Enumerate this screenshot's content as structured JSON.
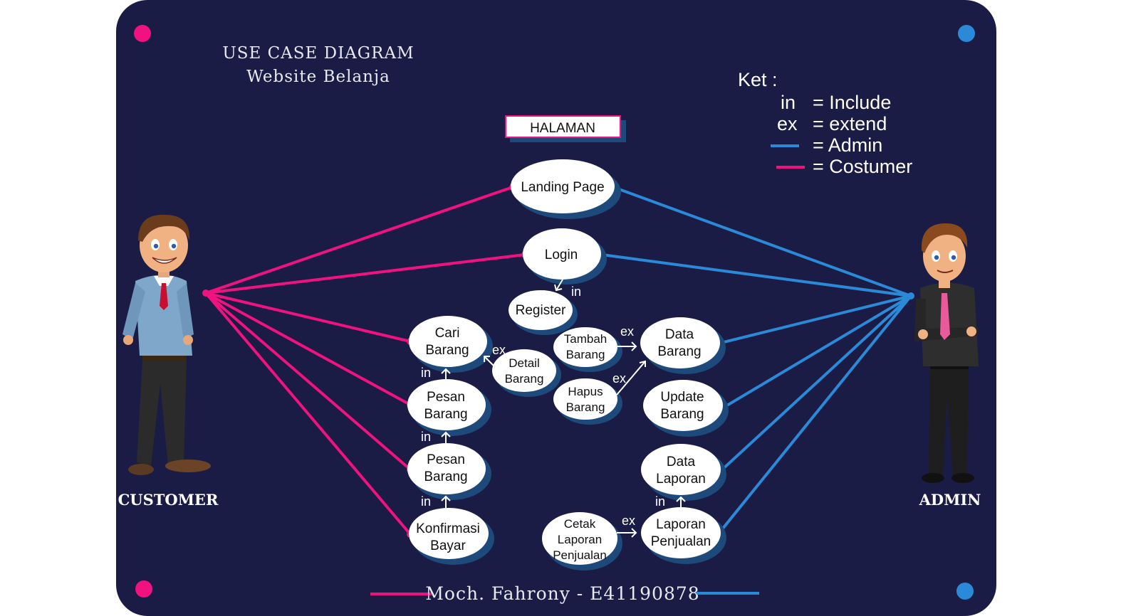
{
  "colors": {
    "panel": "#1b1c45",
    "customer_line": "#f0137f",
    "admin_line": "#2b8ad8",
    "usecase_fill": "#ffffff",
    "usecase_shadow": "#1d4a7a"
  },
  "title": {
    "line1": "USE CASE DIAGRAM",
    "line2": "Website Belanja"
  },
  "halaman": "HALAMAN",
  "legend": {
    "heading": "Ket :",
    "items": [
      {
        "key": "in",
        "desc": "= Include"
      },
      {
        "key": "ex",
        "desc": "= extend"
      },
      {
        "key_line": "admin",
        "desc": "= Admin"
      },
      {
        "key_line": "customer",
        "desc": "= Costumer"
      }
    ]
  },
  "actors": {
    "customer": {
      "label": "CUSTOMER"
    },
    "admin": {
      "label": "ADMIN"
    }
  },
  "use_cases": {
    "landing_page": [
      "Landing Page"
    ],
    "login": [
      "Login"
    ],
    "register": [
      "Register"
    ],
    "cari_barang": [
      "Cari",
      "Barang"
    ],
    "pesan_barang_1": [
      "Pesan",
      "Barang"
    ],
    "pesan_barang_2": [
      "Pesan",
      "Barang"
    ],
    "konfirmasi_bayar": [
      "Konfirmasi",
      "Bayar"
    ],
    "detail_barang": [
      "Detail",
      "Barang"
    ],
    "tambah_barang": [
      "Tambah",
      "Barang"
    ],
    "hapus_barang": [
      "Hapus",
      "Barang"
    ],
    "data_barang": [
      "Data",
      "Barang"
    ],
    "update_barang": [
      "Update",
      "Barang"
    ],
    "data_laporan": [
      "Data",
      "Laporan"
    ],
    "laporan_penjualan": [
      "Laporan",
      "Penjualan"
    ],
    "cetak_laporan": [
      "Cetak",
      "Laporan",
      "Penjualan"
    ]
  },
  "relations": {
    "include": "in",
    "extend": "ex"
  },
  "footer": "Moch. Fahrony - E41190878"
}
